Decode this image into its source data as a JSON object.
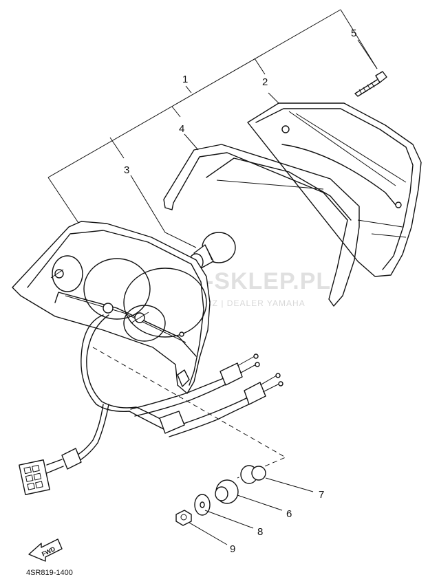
{
  "watermark": {
    "main": "YAMA-SKLEP.PL",
    "sub": "WOJCIECHOWICZ | DEALER YAMAHA"
  },
  "part_numbers": {
    "p1": "1",
    "p2": "2",
    "p3": "3",
    "p4": "4",
    "p5": "5",
    "p6": "6",
    "p7": "7",
    "p8": "8",
    "p9": "9"
  },
  "fwd_label": "FWD",
  "diagram_code": "4SR819-1400"
}
